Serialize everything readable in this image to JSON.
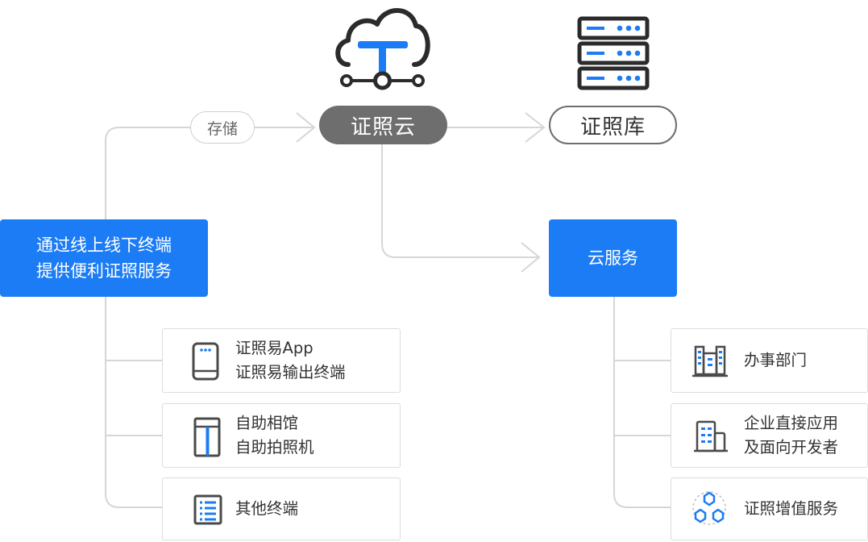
{
  "top": {
    "cloud_label": "证照云",
    "library_label": "证照库",
    "storage_label": "存储"
  },
  "left": {
    "main_line1": "通过线上线下终端",
    "main_line2": "提供便利证照服务",
    "cards": [
      {
        "line1": "证照易App",
        "line2": "证照易输出终端",
        "icon": "mobile-phone-icon"
      },
      {
        "line1": "自助相馆",
        "line2": "自助拍照机",
        "icon": "photo-booth-icon"
      },
      {
        "line1": "其他终端",
        "line2": "",
        "icon": "terminal-list-icon"
      }
    ]
  },
  "right": {
    "main_label": "云服务",
    "cards": [
      {
        "line1": "办事部门",
        "line2": "",
        "icon": "government-building-icon"
      },
      {
        "line1": "企业直接应用",
        "line2": "及面向开发者",
        "icon": "enterprise-building-icon"
      },
      {
        "line1": "证照增值服务",
        "line2": "",
        "icon": "value-added-network-icon"
      }
    ]
  },
  "colors": {
    "accent_blue": "#1b7cf5",
    "dark_gray": "#6e6e6e",
    "connector_gray": "#d6d6d6",
    "icon_gray": "#4a4a4a"
  }
}
